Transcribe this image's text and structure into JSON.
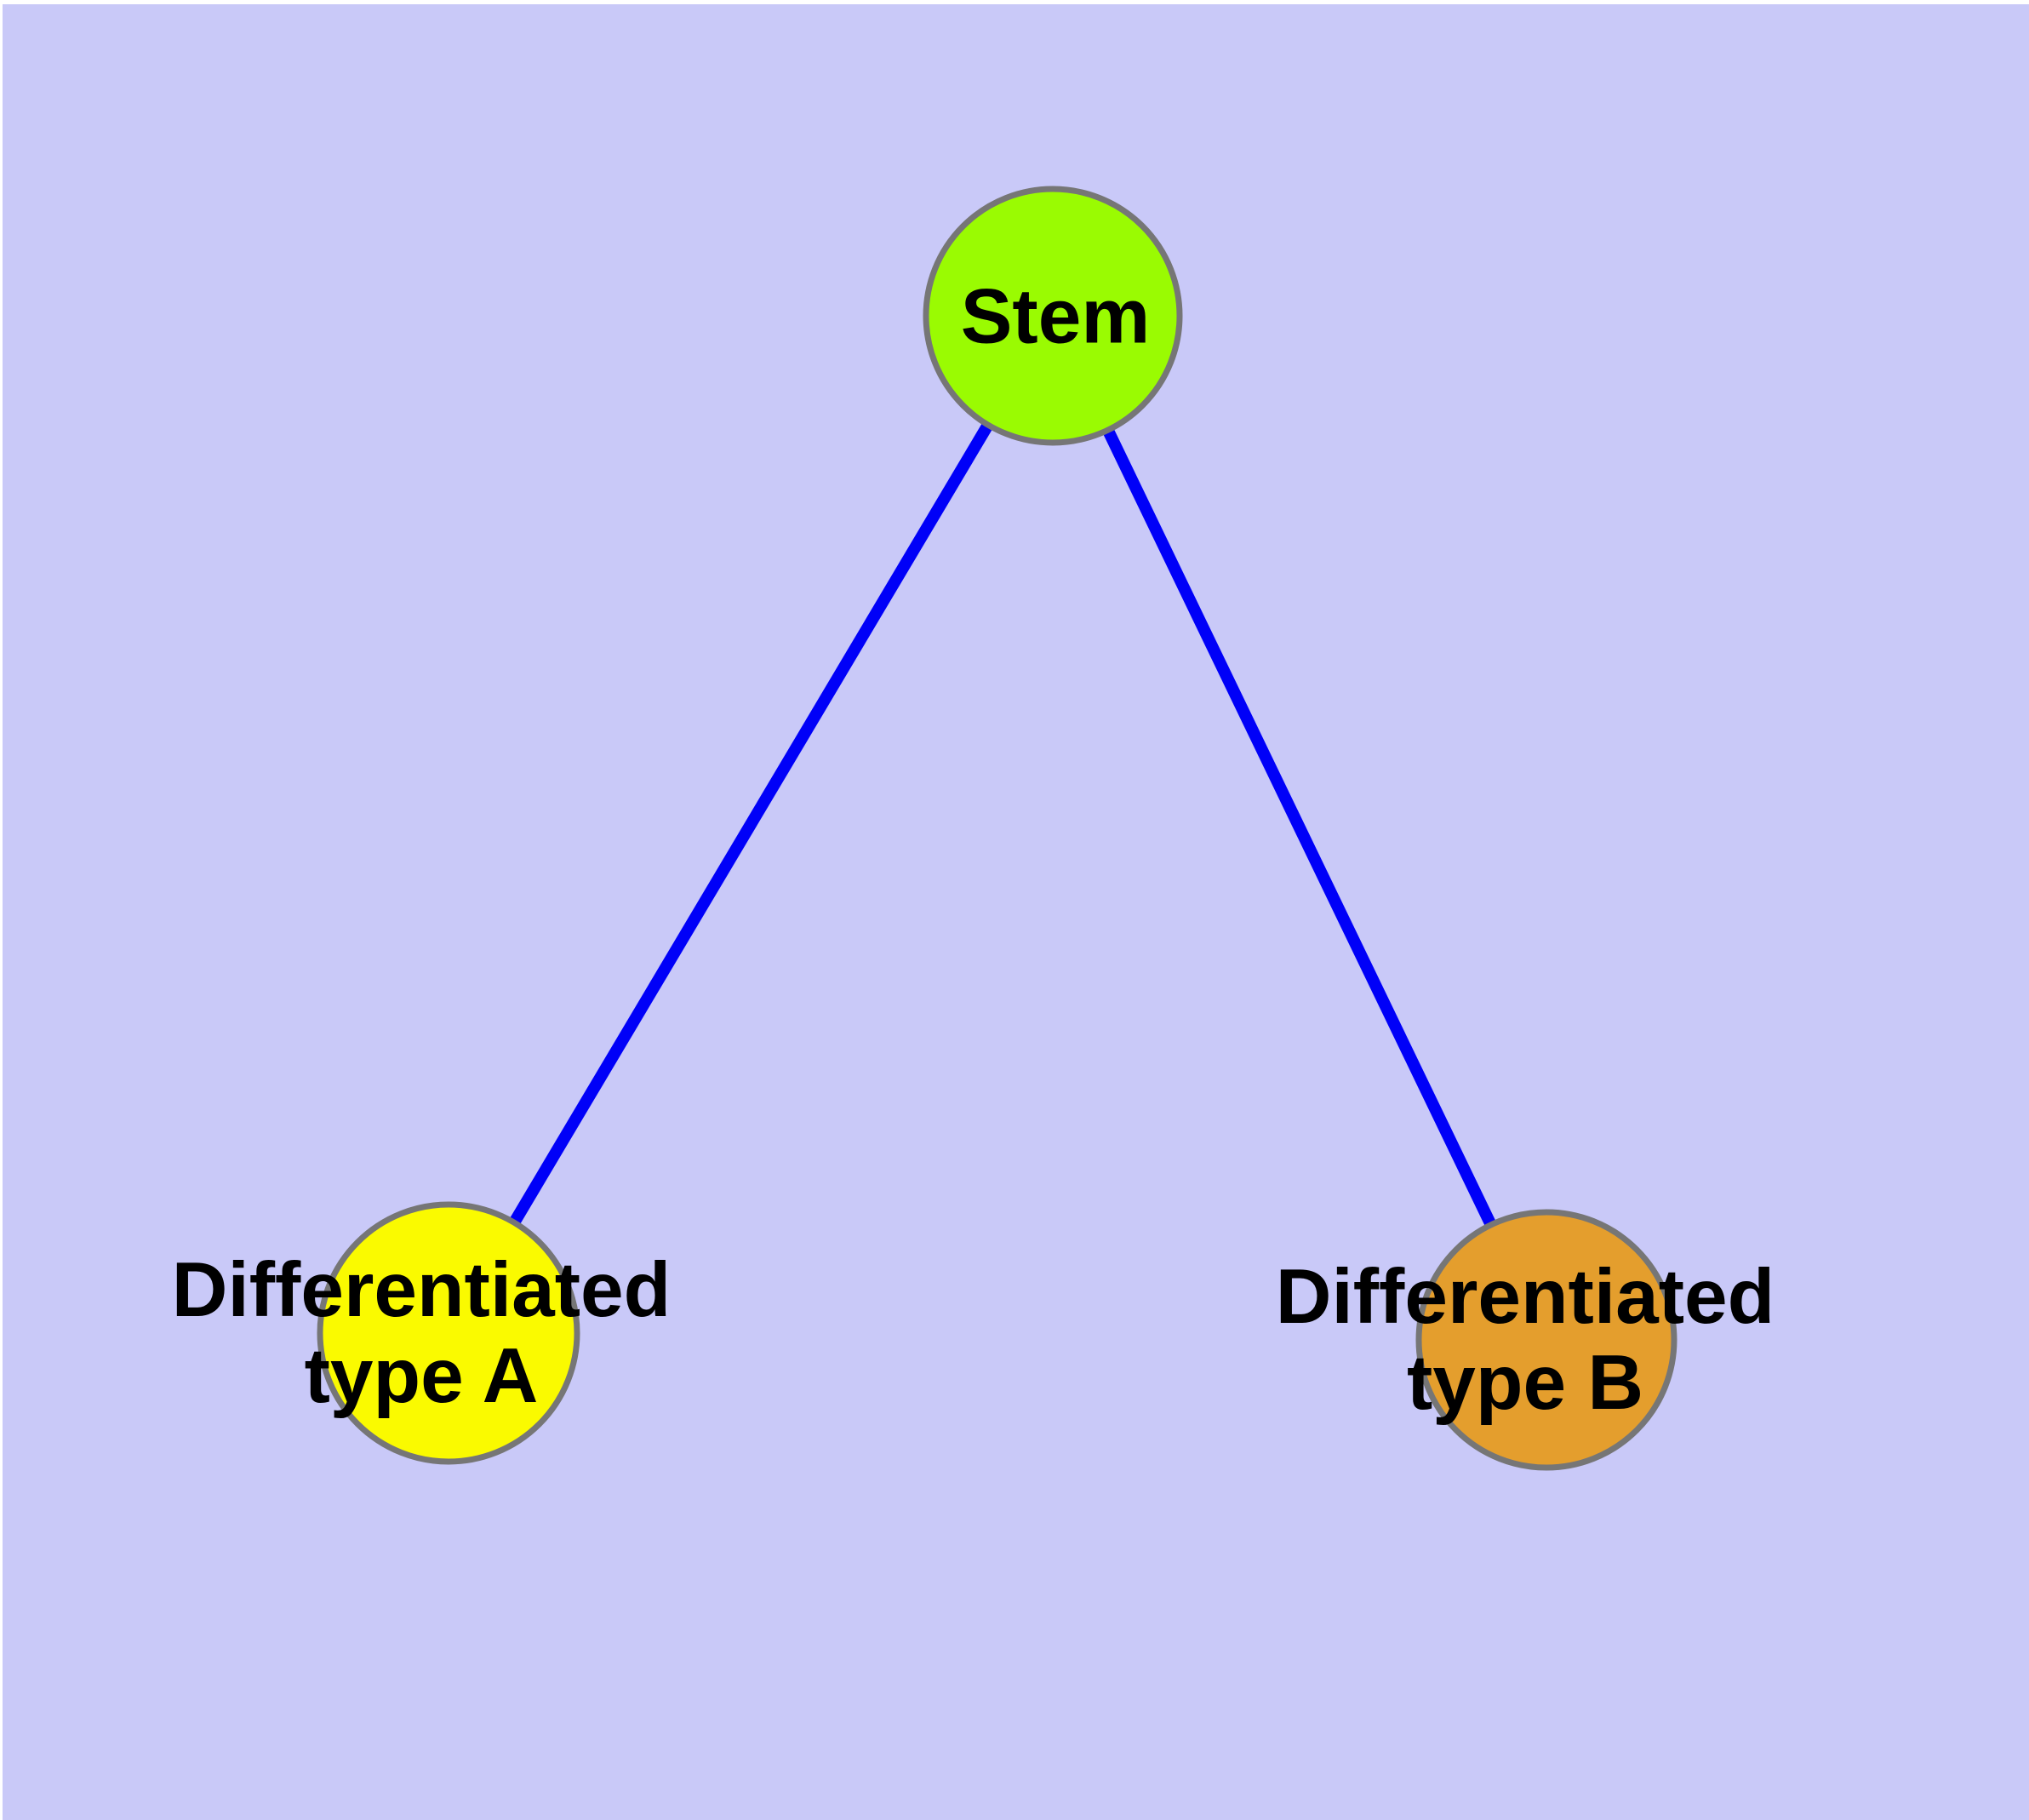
{
  "diagram": {
    "type": "node-link-graph",
    "description": "Stem cell differentiation tree with one root node and two child nodes",
    "background_color": "#C9C9F8",
    "margin_color": "#FFFFFF",
    "edge_color": "#0000F8",
    "node_border_color": "#767676",
    "label_color": "#000000",
    "nodes": [
      {
        "id": "stem",
        "label": "Stem",
        "line1": "Stem",
        "line2": "",
        "fill": "#9AFB02"
      },
      {
        "id": "differentiated-type-a",
        "label": "Differentiated type A",
        "line1": "Differentiated",
        "line2": "type A",
        "fill": "#FAFA00"
      },
      {
        "id": "differentiated-type-b",
        "label": "Differentiated type B",
        "line1": "Differentiated",
        "line2": "type B",
        "fill": "#E49E2D"
      }
    ],
    "edges": [
      {
        "from": "stem",
        "to": "differentiated-type-a"
      },
      {
        "from": "stem",
        "to": "differentiated-type-b"
      }
    ]
  }
}
